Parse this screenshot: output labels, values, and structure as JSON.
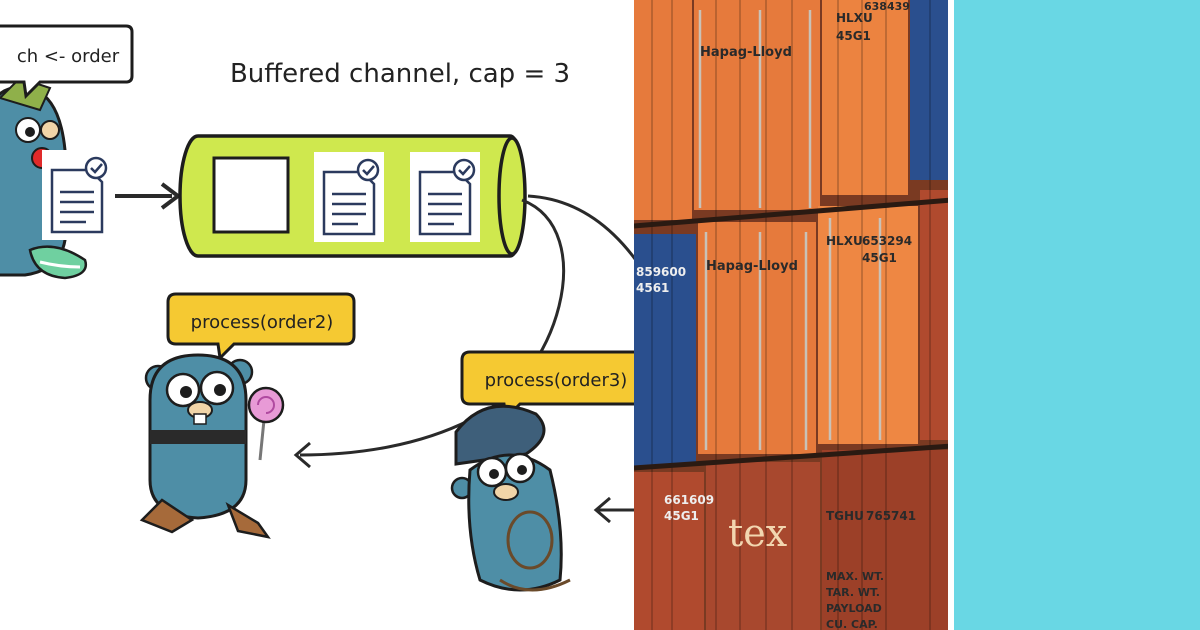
{
  "diagram": {
    "title": "Buffered channel, cap = 3",
    "send_bubble": "ch <- order",
    "worker_bubbles": [
      "process(order2)",
      "process(order3)"
    ]
  },
  "photo": {
    "container_texts": [
      "HLXU",
      "45G1",
      "653294",
      "638439",
      "Hapag-Lloyd",
      "859600",
      "4561",
      "661609",
      "TGHU",
      "765741",
      "tex",
      "MAX. WT.",
      "TAR. WT.",
      "PAYLOAD",
      "CU. CAP."
    ]
  },
  "colors": {
    "channel_fill": "#cfe84e",
    "bubble_yellow": "#f5c932",
    "gopher_blue": "#4e8ea6",
    "container_orange": "#e67a3c",
    "container_blue": "#2a4f8e",
    "container_red": "#b04a2e",
    "accent_cyan": "#69d7e4"
  },
  "icons": [
    "gopher-icon",
    "document-check-icon",
    "lollipop-icon",
    "lasso-icon"
  ]
}
